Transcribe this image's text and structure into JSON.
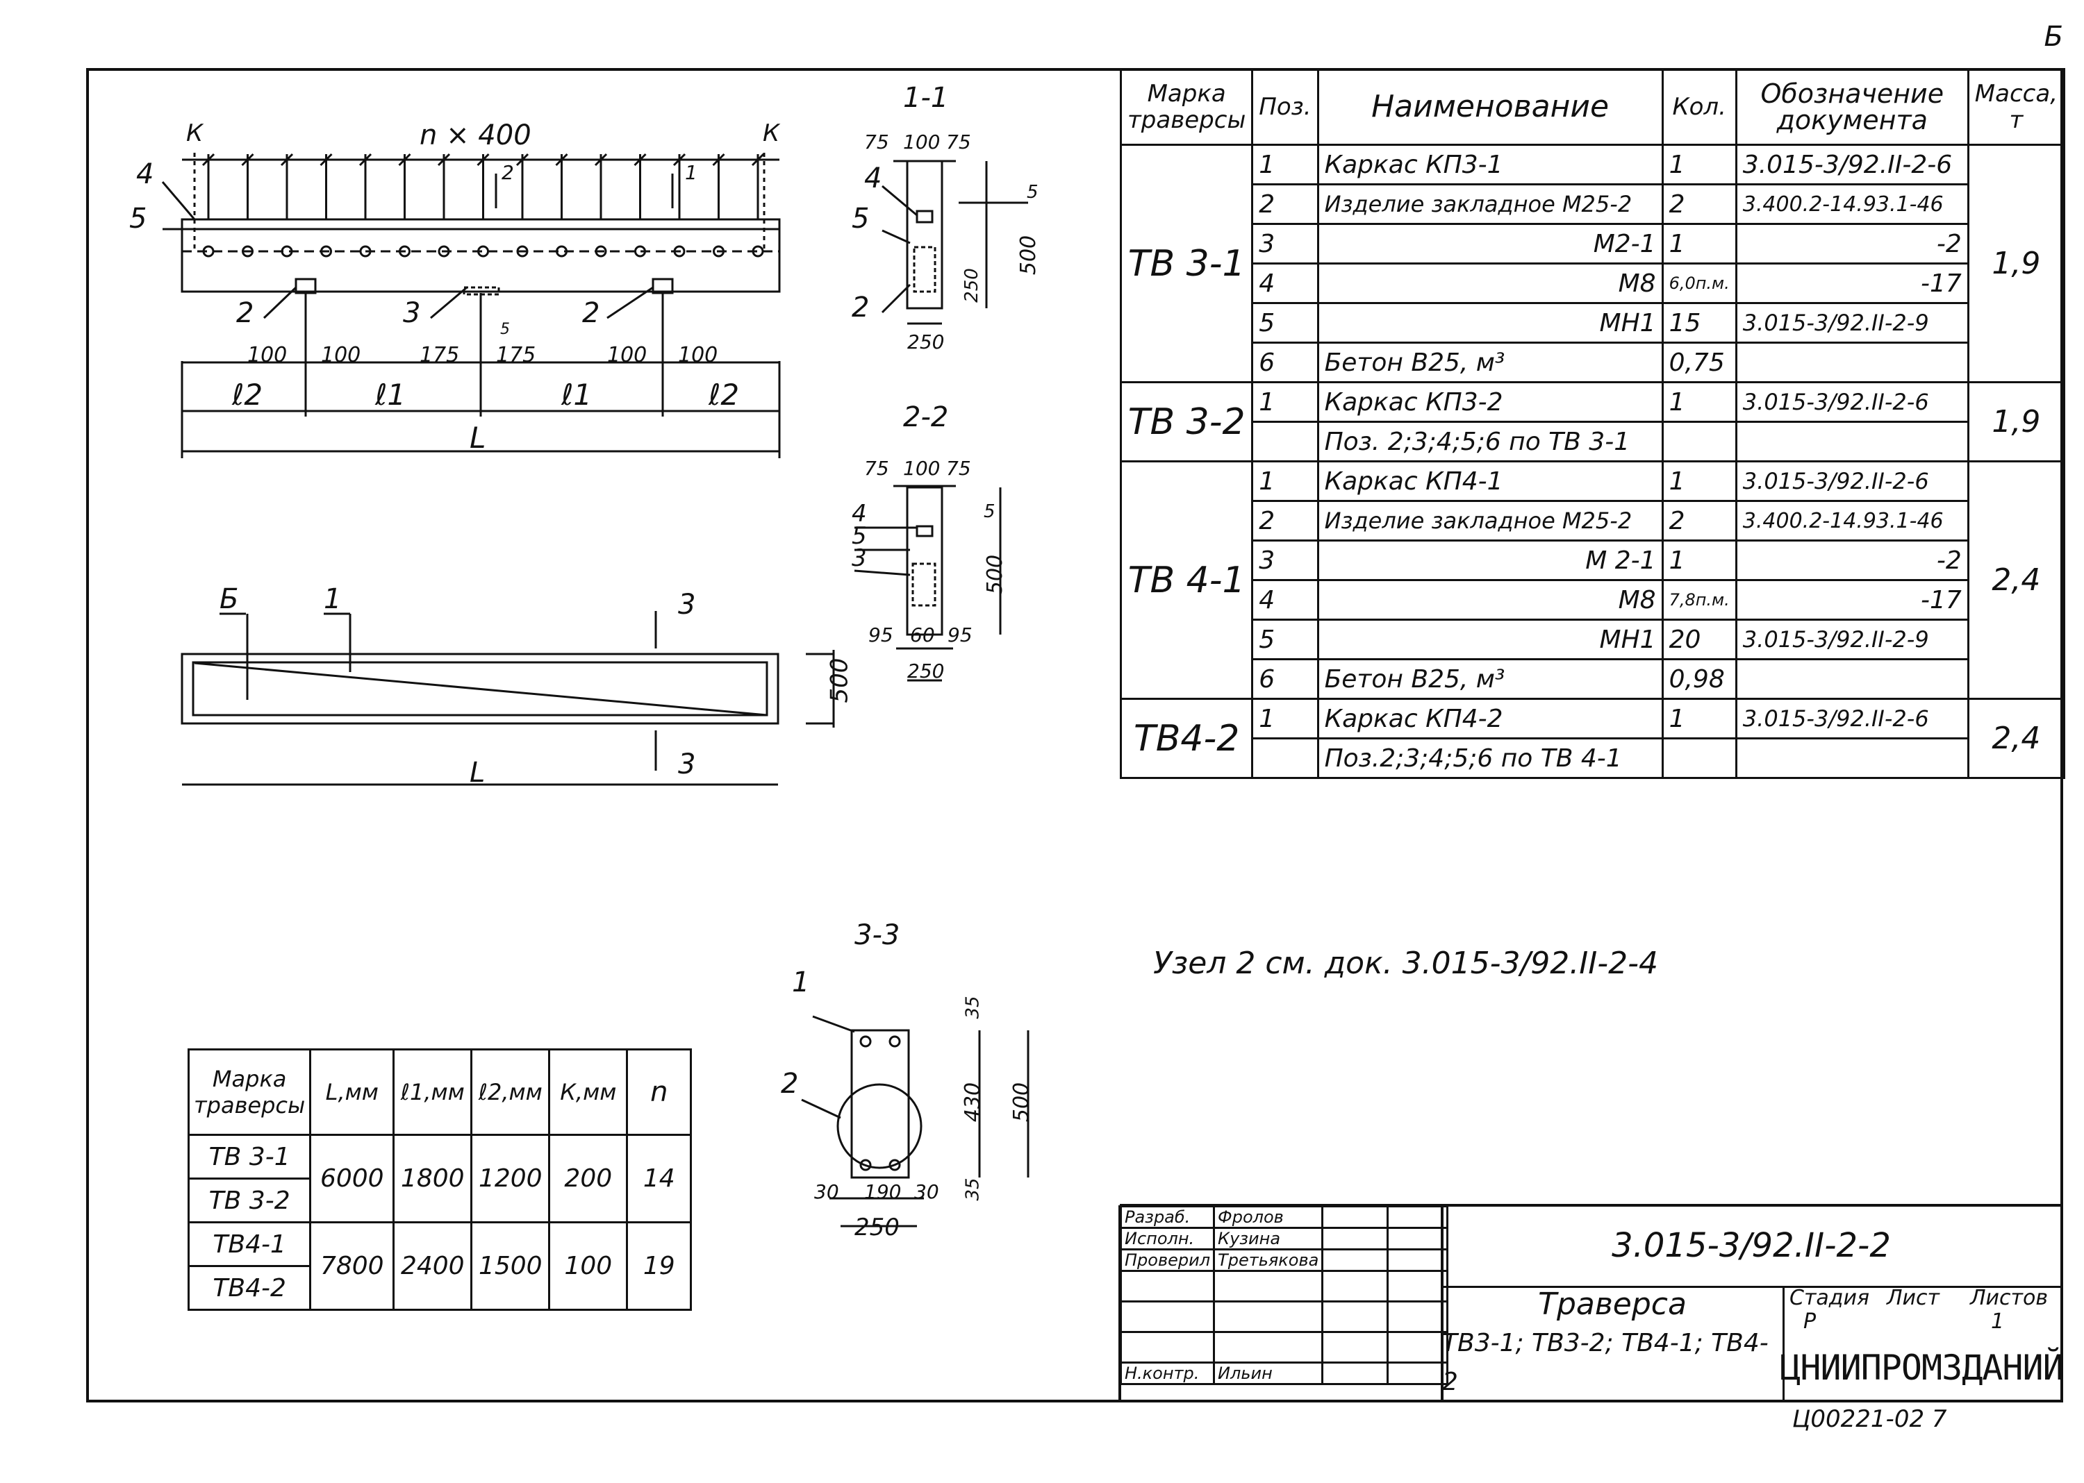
{
  "corner_label": "Б",
  "drawing": {
    "top_label_k_left": "К",
    "top_label_k_right": "К",
    "top_dim": "n × 400",
    "marks": {
      "m4": "4",
      "m5": "5",
      "m2a": "2",
      "m3": "3",
      "m2b": "2",
      "s2": "2",
      "s1": "1"
    },
    "bottom_dims": [
      "100",
      "100",
      "175",
      "175",
      "100",
      "100"
    ],
    "mini_dim": "5",
    "l_labels": [
      "ℓ2",
      "ℓ1",
      "ℓ1",
      "ℓ2"
    ],
    "L": "L",
    "plan_marks": {
      "b": "Б",
      "one": "1",
      "three_top": "3",
      "three_bot": "3"
    },
    "plan_height": "500",
    "plan_length": "L"
  },
  "sections": {
    "s11": {
      "title": "1-1",
      "top": [
        "75",
        "100",
        "75"
      ],
      "marks": [
        "4",
        "5",
        "2"
      ],
      "d5": "5",
      "d250v": "250",
      "d500": "500",
      "width": "250"
    },
    "s22": {
      "title": "2-2",
      "top": [
        "75",
        "100",
        "75"
      ],
      "marks": [
        "4",
        "5",
        "3"
      ],
      "d5": "5",
      "d500": "500",
      "bottom": [
        "95",
        "60",
        "95"
      ],
      "width": "250"
    },
    "s33": {
      "title": "3-3",
      "marks": [
        "1",
        "2"
      ],
      "d35a": "35",
      "d430": "430",
      "d500": "500",
      "d35b": "35",
      "bottom": [
        "30",
        "190",
        "30"
      ],
      "width": "250"
    }
  },
  "note": "Узел 2 см. док. 3.015-3/92.II-2-4",
  "spec": {
    "headers": [
      "Марка траверсы",
      "Поз.",
      "Наименование",
      "Кол.",
      "Обозначение документа",
      "Масса, т"
    ],
    "rows": [
      {
        "mark": "ТВ 3-1",
        "pos": "1",
        "name": "Каркас   КП3-1",
        "qty": "1",
        "doc": "3.015-3/92.II-2-6",
        "mass": "1,9"
      },
      {
        "pos": "2",
        "name": "Изделие закладное   М25-2",
        "qty": "2",
        "doc": "3.400.2-14.93.1-46"
      },
      {
        "pos": "3",
        "name": "М2-1",
        "qty": "1",
        "doc": "-2"
      },
      {
        "pos": "4",
        "name": "М8",
        "qty": "6,0п.м.",
        "doc": "-17"
      },
      {
        "pos": "5",
        "name": "МН1",
        "qty": "15",
        "doc": "3.015-3/92.II-2-9"
      },
      {
        "pos": "6",
        "name": "Бетон  В25, м³",
        "qty": "0,75",
        "doc": ""
      },
      {
        "mark": "ТВ 3-2",
        "pos": "1",
        "name": "Каркас   КП3-2",
        "qty": "1",
        "doc": "3.015-3/92.II-2-6",
        "mass": "1,9"
      },
      {
        "pos": "",
        "name": "Поз. 2;3;4;5;6 по ТВ 3-1",
        "qty": "",
        "doc": ""
      },
      {
        "mark": "ТВ 4-1",
        "pos": "1",
        "name": "Каркас   КП4-1",
        "qty": "1",
        "doc": "3.015-3/92.II-2-6",
        "mass": "2,4"
      },
      {
        "pos": "2",
        "name": "Изделие закладное  М25-2",
        "qty": "2",
        "doc": "3.400.2-14.93.1-46"
      },
      {
        "pos": "3",
        "name": "М 2-1",
        "qty": "1",
        "doc": "-2"
      },
      {
        "pos": "4",
        "name": "М8",
        "qty": "7,8п.м.",
        "doc": "-17"
      },
      {
        "pos": "5",
        "name": "МН1",
        "qty": "20",
        "doc": "3.015-3/92.II-2-9"
      },
      {
        "pos": "6",
        "name": "Бетон  В25, м³",
        "qty": "0,98",
        "doc": ""
      },
      {
        "mark": "ТВ4-2",
        "pos": "1",
        "name": "Каркас   КП4-2",
        "qty": "1",
        "doc": "3.015-3/92.II-2-6",
        "mass": "2,4"
      },
      {
        "pos": "",
        "name": "Поз.2;3;4;5;6 по ТВ 4-1",
        "qty": "",
        "doc": ""
      }
    ]
  },
  "dims": {
    "headers": [
      "Марка траверсы",
      "L,мм",
      "ℓ1,мм",
      "ℓ2,мм",
      "К,мм",
      "n"
    ],
    "rows": [
      {
        "marks": [
          "ТВ 3-1",
          "ТВ 3-2"
        ],
        "L": "6000",
        "l1": "1800",
        "l2": "1200",
        "K": "200",
        "n": "14"
      },
      {
        "marks": [
          "ТВ4-1",
          "ТВ4-2"
        ],
        "L": "7800",
        "l1": "2400",
        "l2": "1500",
        "K": "100",
        "n": "19"
      }
    ]
  },
  "title_block": {
    "roles": [
      {
        "role": "Разраб.",
        "name": "Фролов"
      },
      {
        "role": "Исполн.",
        "name": "Кузина"
      },
      {
        "role": "Проверил",
        "name": "Третьякова"
      },
      {
        "role": "",
        "name": ""
      },
      {
        "role": "",
        "name": ""
      },
      {
        "role": "",
        "name": ""
      },
      {
        "role": "Н.контр.",
        "name": "Ильин"
      }
    ],
    "code": "3.015-3/92.II-2-2",
    "name_line1": "Траверса",
    "name_line2": "ТВ3-1; ТВ3-2; ТВ4-1; ТВ4-2",
    "stage_label": "Стадия",
    "sheet_label": "Лист",
    "sheets_label": "Листов",
    "stage": "Р",
    "sheets": "1",
    "org": "ЦНИИПРОМЗДАНИЙ"
  },
  "doc_number": "Ц00221-02   7"
}
